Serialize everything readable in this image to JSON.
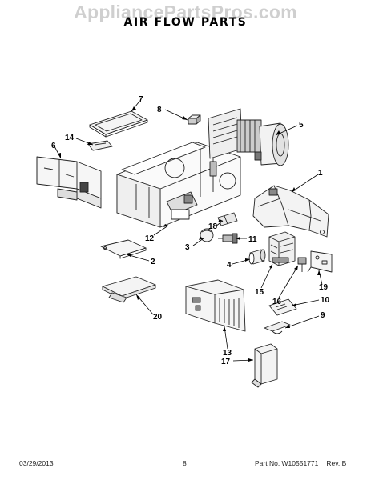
{
  "watermark": "AppliancePartsPros.com",
  "title": "AIR FLOW PARTS",
  "callouts": {
    "c1": "1",
    "c2": "2",
    "c3": "3",
    "c4": "4",
    "c5": "5",
    "c6": "6",
    "c7": "7",
    "c8": "8",
    "c9": "9",
    "c10": "10",
    "c11": "11",
    "c12": "12",
    "c13": "13",
    "c14": "14",
    "c15": "15",
    "c16": "16",
    "c17": "17",
    "c18": "18",
    "c19": "19",
    "c20": "20"
  },
  "footer": {
    "date": "03/29/2013",
    "page": "8",
    "part_no": "Part No. W10551771",
    "rev": "Rev. B"
  }
}
